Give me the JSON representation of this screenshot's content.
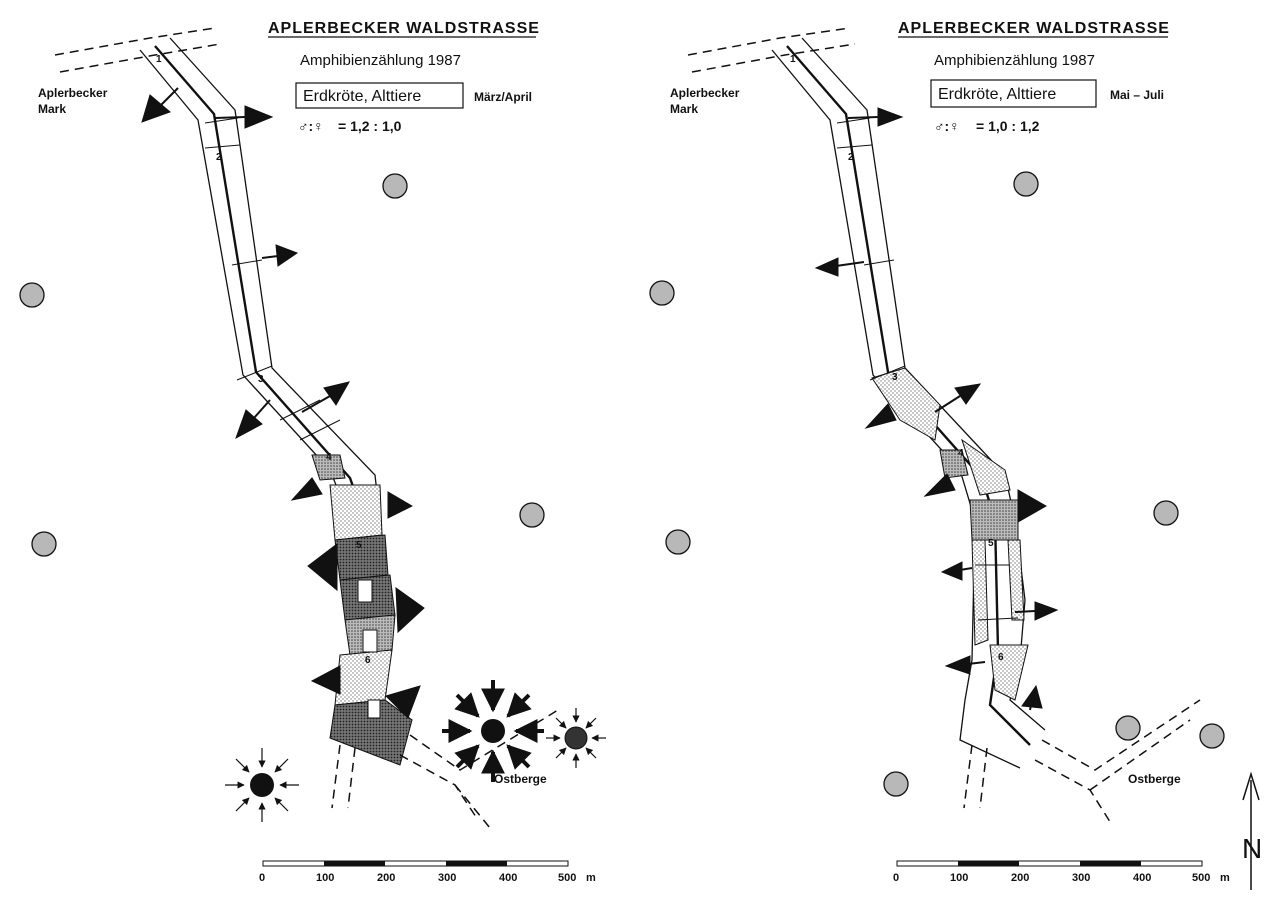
{
  "panels": [
    {
      "title": "APLERBECKER WALDSTRASSE",
      "subtitle": "Amphibienzählung 1987",
      "species_label": "Erdkröte, Alttiere",
      "period": "März/April",
      "ratio_symbols": "♂:♀",
      "ratio_value": "= 1,2 : 1,0",
      "place_top_line1": "Aplerbecker",
      "place_top_line2": "Mark",
      "place_bottom": "Ostberge",
      "segments": [
        "1",
        "2",
        "3",
        "4",
        "5",
        "6"
      ],
      "scale_ticks": [
        "0",
        "100",
        "200",
        "300",
        "400",
        "500"
      ],
      "scale_unit": "m"
    },
    {
      "title": "APLERBECKER WALDSTRASSE",
      "subtitle": "Amphibienzählung 1987",
      "species_label": "Erdkröte, Alttiere",
      "period": "Mai – Juli",
      "ratio_symbols": "♂:♀",
      "ratio_value": "= 1,0 : 1,2",
      "place_top_line1": "Aplerbecker",
      "place_top_line2": "Mark",
      "place_bottom": "Ostberge",
      "segments": [
        "1",
        "2",
        "3",
        "4",
        "5",
        "6"
      ],
      "scale_ticks": [
        "0",
        "100",
        "200",
        "300",
        "400",
        "500"
      ],
      "scale_unit": "m"
    }
  ],
  "north_label": "N",
  "colors": {
    "ink": "#111111",
    "pond_grey": "#b8b8b8",
    "dense": "#555555",
    "medium": "#9a9a9a",
    "light": "#d2d2d2"
  }
}
